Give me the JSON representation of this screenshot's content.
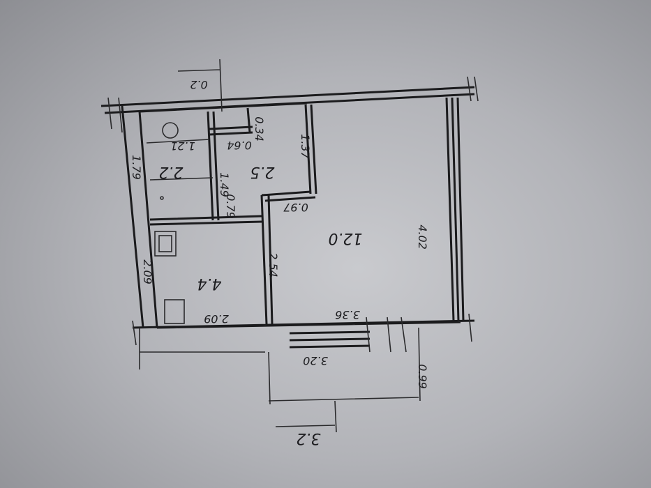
{
  "plan": {
    "balcony_offset": "0.2",
    "closet_depth": "0.34",
    "closet_width": "0.64",
    "bath_width": "1.21",
    "bath_area": "2.2",
    "hall_area": "2.5",
    "hall_length": "1.37",
    "bath_length": "1.49",
    "door_width": "0.79",
    "hall_step": "0.97",
    "room_area": "12.0",
    "room_width": "4.02",
    "left_wall_upper": "1.79",
    "left_wall_lower": "2.09",
    "kitchen_area": "4.4",
    "kitchen_length": "2.54",
    "kitchen_width": "2.09",
    "room_length": "3.36",
    "balcony_length": "3.20",
    "balcony_depth": "0.99",
    "balcony_area": "3.2"
  }
}
